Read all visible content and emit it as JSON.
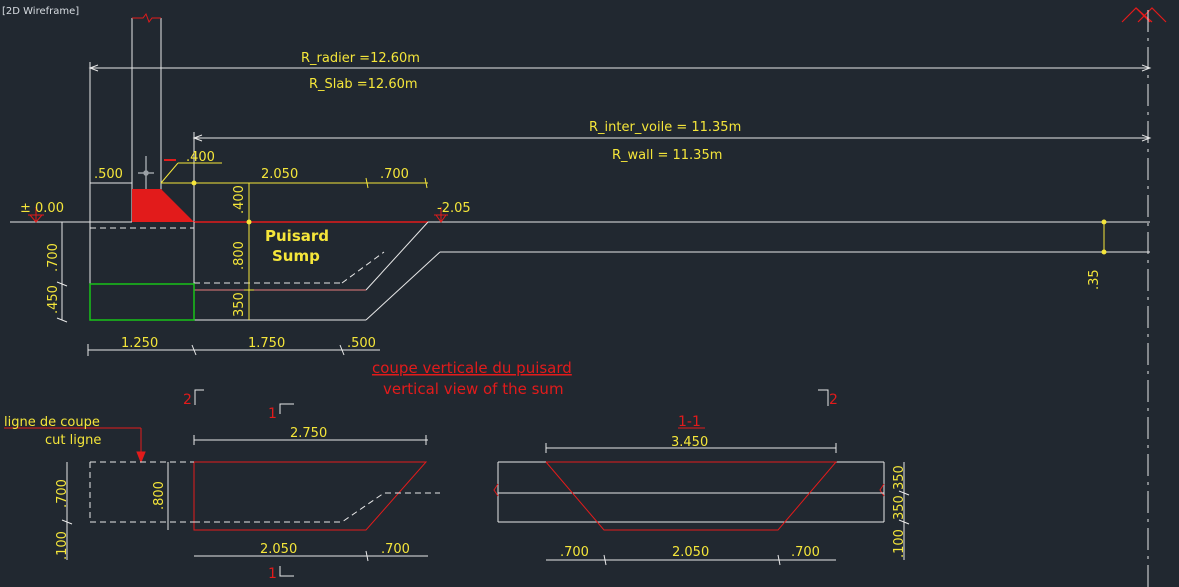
{
  "viewport": {
    "label": "[2D Wireframe]"
  },
  "colors": {
    "background": "#212830",
    "dimension_text": "#f5e63a",
    "white_text": "#ffffff",
    "red": "#e21b1b",
    "green": "#19c219",
    "line": "#e8e8e8"
  },
  "dims": {
    "r_radier": "R_radier =12.60m",
    "r_slab": "R_Slab =12.60m",
    "r_inter_voile": "R_inter_voile = 11.35m",
    "r_wall": "R_wall = 11.35m",
    "d_500_top": ".500",
    "d_400_top": ".400",
    "d_2050_top": "2.050",
    "d_700_top": ".700",
    "d_400_vert": ".400",
    "d_800_vert": ".800",
    "d_350_vert": "350",
    "d_700_left": ".700",
    "d_450_left": ".450",
    "level_zero": "± 0.00",
    "level_m205": "-2.05",
    "d_35_right": ".35",
    "d_1250": "1.250",
    "d_1750": "1.750",
    "d_500_bottom": ".500"
  },
  "labels": {
    "puisard": "Puisard",
    "sump": "Sump",
    "coupe_fr": "coupe verticale du puisard",
    "coupe_en": "vertical view of the sum",
    "ligne_fr": "ligne de coupe",
    "ligne_en": "cut ligne"
  },
  "section_marks": {
    "m2_left": "2",
    "m1_top": "1",
    "m2_right": "2",
    "m1_bottom": "1",
    "m11": "1-1"
  },
  "section1": {
    "d_2750": "2.750",
    "d_700_left": ".700",
    "d_100_left": ".100",
    "d_800": ".800",
    "d_2050": "2.050",
    "d_700": ".700"
  },
  "section2": {
    "d_3450": "3.450",
    "d_700_a": ".700",
    "d_2050": "2.050",
    "d_700_b": ".700",
    "d_350_top": "350",
    "d_350_bot": "350",
    "d_100": ".100"
  }
}
